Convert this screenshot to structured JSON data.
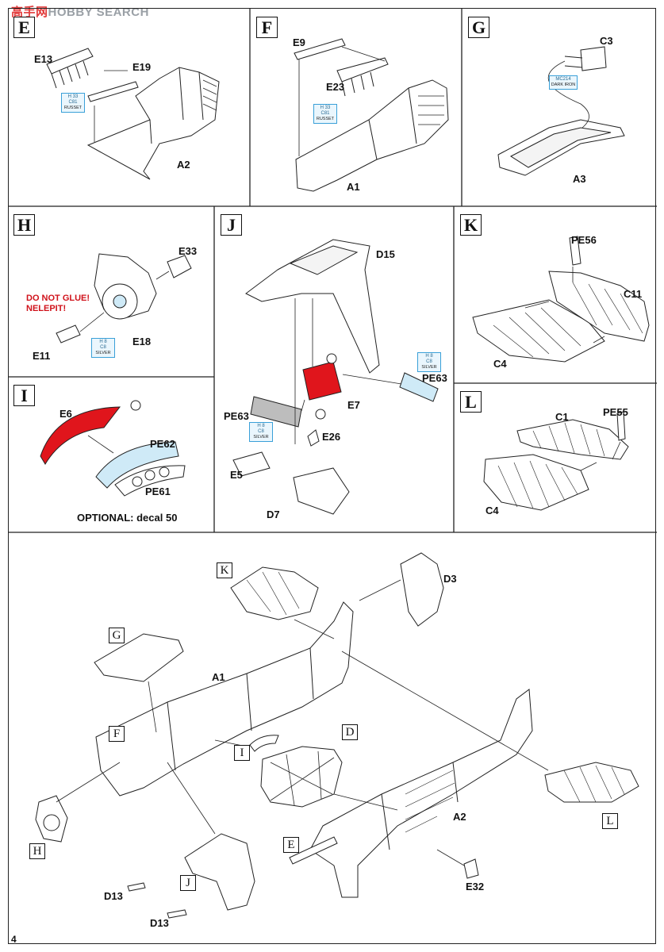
{
  "watermark": {
    "cn": "高手网",
    "en": "HOBBY SEARCH"
  },
  "page_number": "4",
  "steps": {
    "E": {
      "box": "E",
      "parts": [
        "E13",
        "E19",
        "A2"
      ],
      "paint": {
        "code": "H 33",
        "mr": "C81",
        "name": "RUSSET"
      }
    },
    "F": {
      "box": "F",
      "parts": [
        "E9",
        "E23",
        "A1"
      ],
      "paint": {
        "code": "H 33",
        "mr": "C81",
        "name": "RUSSET"
      }
    },
    "G": {
      "box": "G",
      "parts": [
        "C3",
        "A3"
      ],
      "paint": {
        "code": "MC214",
        "name": "DARK IRON"
      }
    },
    "H": {
      "box": "H",
      "parts": [
        "E33",
        "E18",
        "E11"
      ],
      "warning": [
        "DO NOT GLUE!",
        "NELEPIT!"
      ],
      "paint": {
        "code": "H 8",
        "mr": "C8",
        "name": "SILVER"
      }
    },
    "J": {
      "box": "J",
      "parts": [
        "D15",
        "PE63",
        "E7",
        "PE63",
        "E26",
        "E5",
        "D7"
      ],
      "paint_left": {
        "code": "H 8",
        "mr": "C8",
        "name": "SILVER"
      },
      "paint_right": {
        "code": "H 8",
        "mr": "C8",
        "name": "SILVER"
      },
      "accent_color": "#e0151c",
      "glass_color": "#cfeaf7"
    },
    "K": {
      "box": "K",
      "parts": [
        "PE56",
        "C11",
        "C4"
      ]
    },
    "I": {
      "box": "I",
      "parts": [
        "E6",
        "PE62",
        "PE61"
      ],
      "note": "OPTIONAL: decal 50",
      "accent_color": "#e0151c",
      "glass_color": "#cfeaf7"
    },
    "L": {
      "box": "L",
      "parts": [
        "C1",
        "PE55",
        "C4"
      ]
    }
  },
  "main": {
    "refs": [
      "K",
      "G",
      "F",
      "I",
      "D",
      "H",
      "J",
      "E",
      "L"
    ],
    "parts": [
      "D3",
      "A1",
      "A2",
      "E32",
      "D13",
      "D13"
    ]
  }
}
